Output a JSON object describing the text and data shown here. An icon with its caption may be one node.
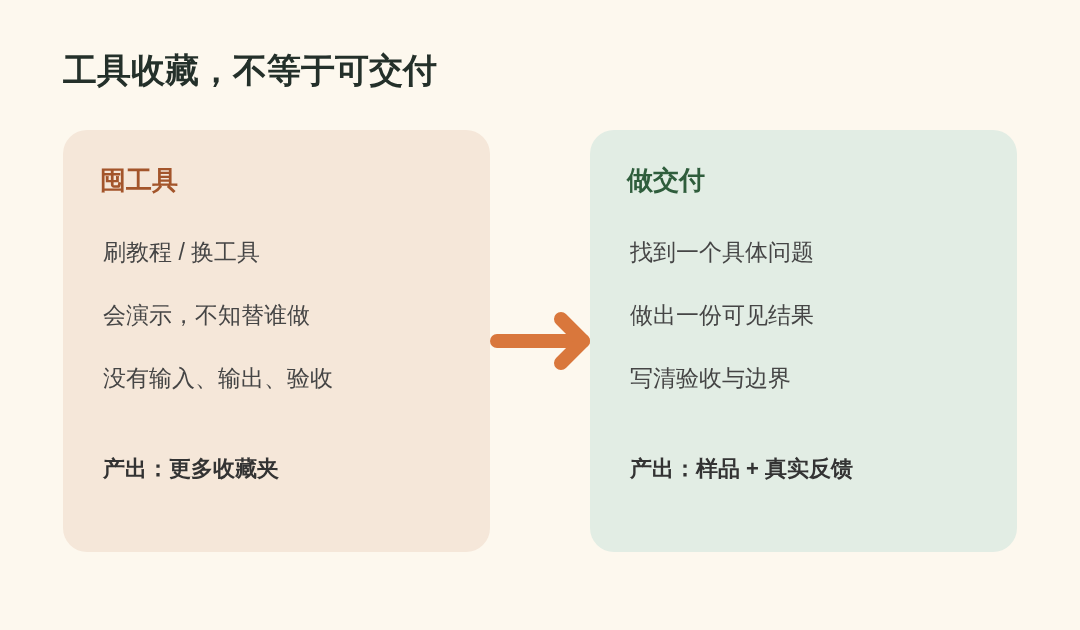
{
  "diagram": {
    "title": "工具收藏，不等于可交付",
    "nodes": [
      {
        "text": [
          "囤工具",
          "刷教程 / 换工具",
          "会演示，不知替谁做",
          "没有输入、输出、验收",
          "产出：更多收藏夹"
        ]
      },
      {
        "text": [
          "做交付",
          "找到一个具体问题",
          "做出一份可见结果",
          "写清验收与边界",
          "产出：样品 + 真实反馈"
        ]
      }
    ],
    "edges": [
      {
        "from": 0,
        "to": 1,
        "arrow": "to"
      }
    ]
  }
}
